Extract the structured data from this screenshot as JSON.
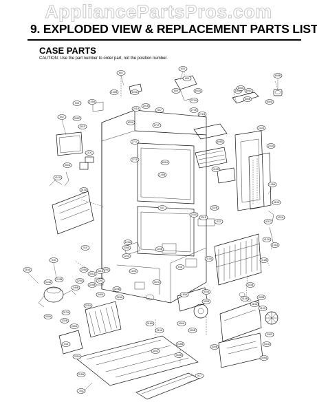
{
  "watermark": "AppliancePartsPros.com",
  "section_title": "9. EXPLODED VIEW & REPLACEMENT PARTS LIST",
  "sub_title": "CASE PARTS",
  "caution": "CAUTION: Use the part number to order part, not the position number.",
  "callouts": [
    "601",
    "603",
    "604",
    "602A",
    "605",
    "606B",
    "102B",
    "103A",
    "201A",
    "201B",
    "105A",
    "180A",
    "271A",
    "271B",
    "271C",
    "271D",
    "271E",
    "271F",
    "502",
    "503",
    "301F",
    "110C",
    "500A",
    "411A",
    "313A",
    "606A",
    "606C",
    "608D",
    "411B",
    "314A",
    "314B",
    "317A",
    "318A",
    "319A",
    "320A",
    "120A",
    "120B",
    "120C",
    "405A",
    "405B",
    "409B",
    "410A",
    "410B",
    "410C",
    "145A",
    "145B",
    "202A",
    "202B",
    "310A",
    "411C",
    "412A",
    "412B",
    "413A",
    "413B",
    "422A",
    "515",
    "516",
    "517",
    "518",
    "601A",
    "606D",
    "607",
    "611",
    "612",
    "618",
    "620A",
    "605B",
    "301E",
    "316A",
    "321A",
    "324A",
    "324B",
    "326A",
    "329A",
    "329B",
    "329C",
    "329D",
    "330A",
    "330B",
    "340A",
    "346B",
    "201D",
    "201E",
    "300A",
    "300B",
    "101A",
    "407A",
    "160A",
    "120D",
    "112A",
    "209A",
    "301A",
    "301B",
    "331A",
    "315A",
    "315B",
    "315C",
    "303",
    "303B",
    "341A",
    "340C",
    "309A",
    "309B"
  ]
}
